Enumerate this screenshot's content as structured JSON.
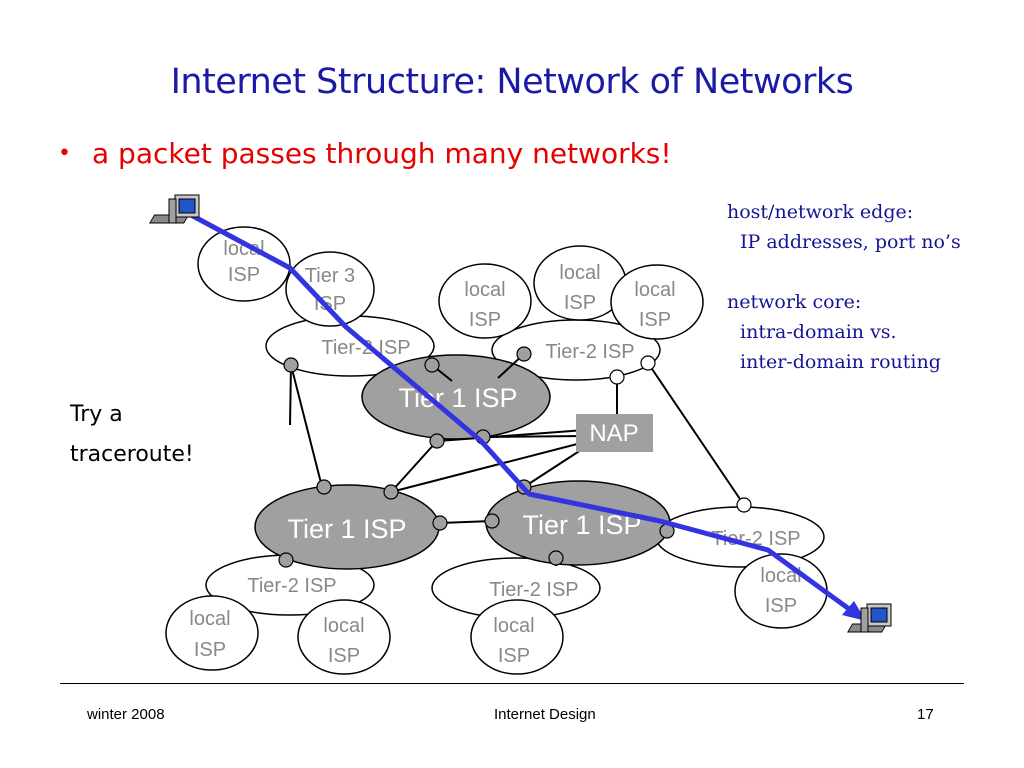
{
  "title": "Internet Structure: Network of Networks",
  "bullet": "a packet passes through many networks!",
  "notes": {
    "edge_heading": "host/network edge:",
    "edge_detail": "IP addresses, port no’s",
    "core_heading": "network core:",
    "core_line1": "intra-domain vs.",
    "core_line2": "inter-domain routing"
  },
  "try_line1": "Try a",
  "try_line2": "traceroute!",
  "labels": {
    "local": "local",
    "isp": "ISP",
    "tier3": "Tier 3",
    "tier2": "Tier-2 ISP",
    "tier1": "Tier 1 ISP",
    "nap": "NAP"
  },
  "footer": {
    "left": "winter 2008",
    "center": "Internet Design",
    "page": "17"
  },
  "colors": {
    "title": "#1a1aa6",
    "bullet": "#e60000",
    "path": "#3333e0",
    "tier1_fill": "#a0a0a0",
    "nap_fill": "#a0a0a0",
    "label_gray": "#888888"
  }
}
